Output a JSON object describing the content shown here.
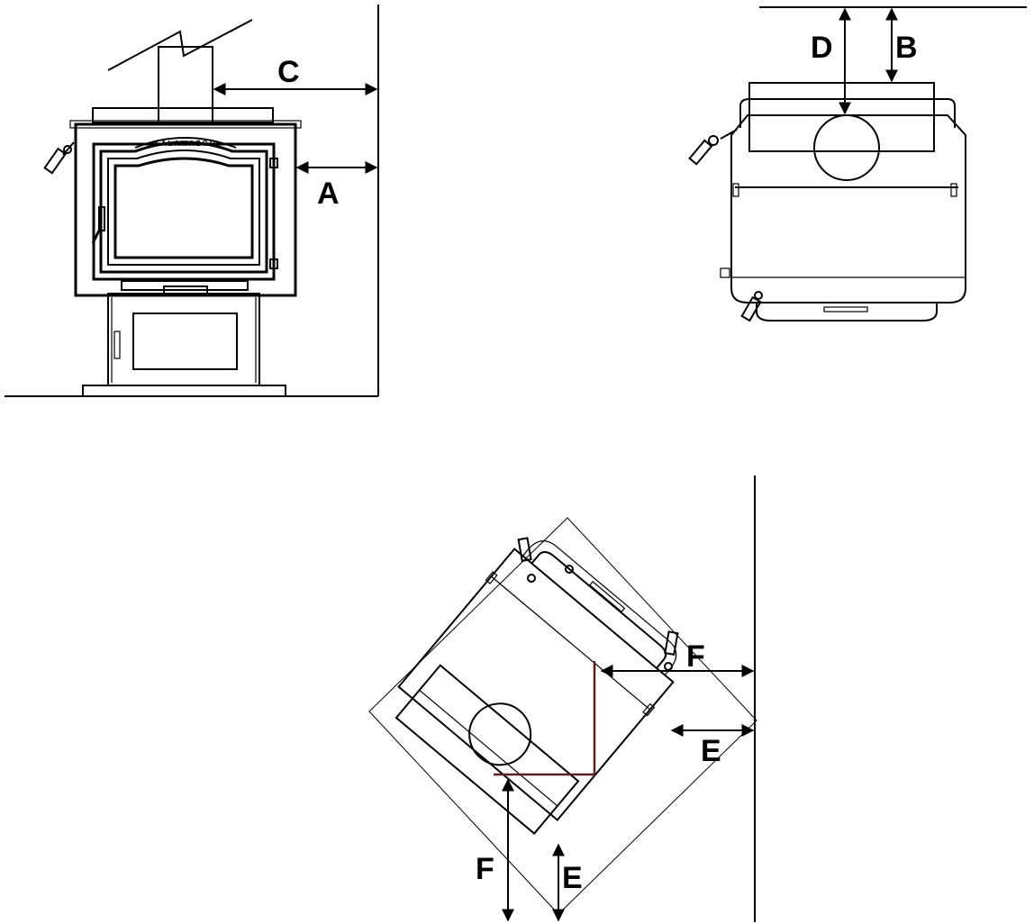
{
  "labels": {
    "a": "A",
    "b": "B",
    "c": "C",
    "d": "D",
    "e_side": "E",
    "e_bottom": "E",
    "f_side": "F",
    "f_bottom": "F"
  },
  "logo_text": "KALAMAZOO"
}
